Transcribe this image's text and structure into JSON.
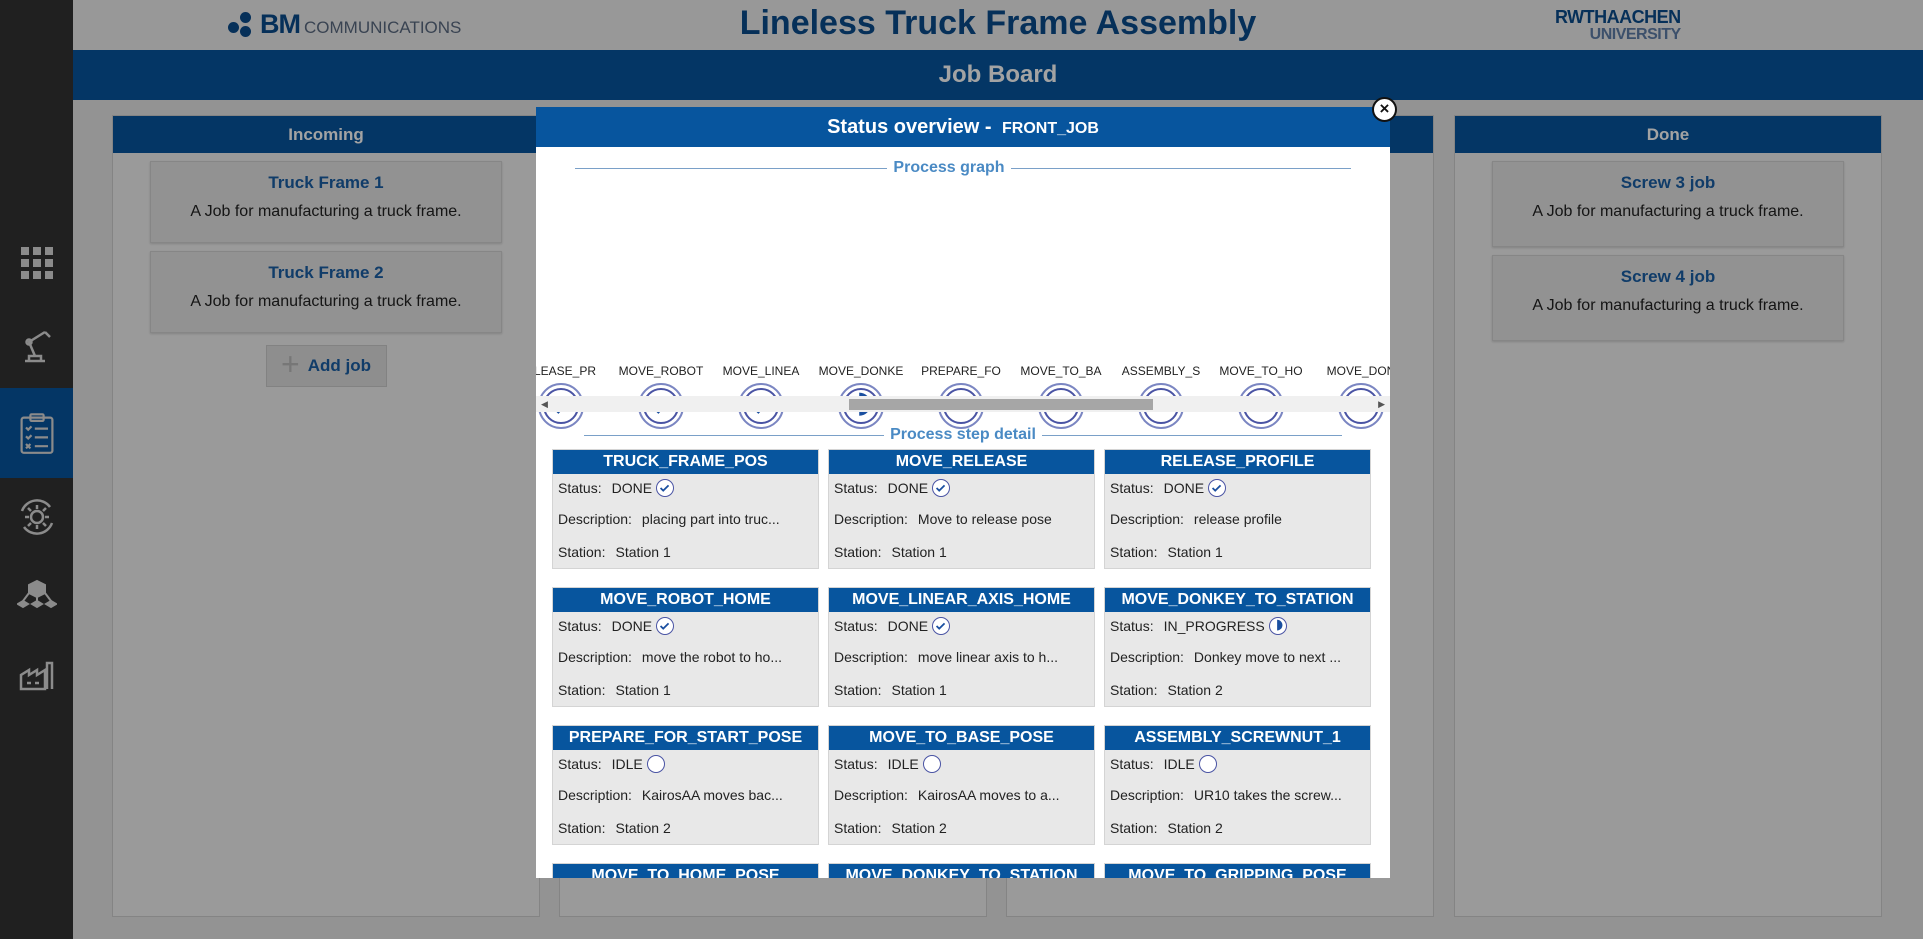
{
  "header": {
    "logo_left": "BM",
    "logo_left_sub": "COMMUNICATIONS",
    "title": "Lineless Truck Frame Assembly",
    "logo_right_top": "RWTHAACHEN",
    "logo_right_bottom": "UNIVERSITY"
  },
  "subheader": {
    "title": "Job Board"
  },
  "sidebar": {
    "items": [
      {
        "icon": "grid-icon"
      },
      {
        "icon": "robot-arm-icon"
      },
      {
        "icon": "clipboard-checklist-icon",
        "active": true
      },
      {
        "icon": "gear-cycle-icon"
      },
      {
        "icon": "network-cube-icon"
      },
      {
        "icon": "factory-icon"
      }
    ]
  },
  "columns": {
    "incoming": {
      "title": "Incoming",
      "jobs": [
        {
          "title": "Truck Frame 1",
          "desc": "A Job for manufacturing a truck frame."
        },
        {
          "title": "Truck Frame 2",
          "desc": "A Job for manufacturing a truck frame."
        }
      ],
      "add_label": "Add job"
    },
    "done": {
      "title": "Done",
      "jobs": [
        {
          "title": "Screw 3 job",
          "desc": "A Job for manufacturing a truck frame."
        },
        {
          "title": "Screw 4 job",
          "desc": "A Job for manufacturing a truck frame."
        }
      ]
    }
  },
  "modal": {
    "title": "Status overview -",
    "job": "FRONT_JOB",
    "close_label": "×",
    "graph_title": "Process graph",
    "detail_title": "Process step detail",
    "nodes": [
      {
        "label": "ELEASE_PR",
        "status": "DONE"
      },
      {
        "label": "MOVE_ROBOT",
        "status": "DONE"
      },
      {
        "label": "MOVE_LINEA",
        "status": "DONE"
      },
      {
        "label": "MOVE_DONKE",
        "status": "IN_PROGRESS"
      },
      {
        "label": "PREPARE_FO",
        "status": "IDLE"
      },
      {
        "label": "MOVE_TO_BA",
        "status": "IDLE"
      },
      {
        "label": "ASSEMBLY_S",
        "status": "IDLE"
      },
      {
        "label": "MOVE_TO_HO",
        "status": "IDLE"
      },
      {
        "label": "MOVE_DON",
        "status": "IDLE"
      }
    ],
    "field_labels": {
      "status": "Status:",
      "description": "Description:",
      "station": "Station:"
    },
    "steps": [
      {
        "name": "TRUCK_FRAME_POS",
        "status": "DONE",
        "description": "placing part into truc...",
        "station": "Station 1"
      },
      {
        "name": "MOVE_RELEASE",
        "status": "DONE",
        "description": "Move to release pose",
        "station": "Station 1"
      },
      {
        "name": "RELEASE_PROFILE",
        "status": "DONE",
        "description": "release profile",
        "station": "Station 1"
      },
      {
        "name": "MOVE_ROBOT_HOME",
        "status": "DONE",
        "description": "move the robot to ho...",
        "station": "Station 1"
      },
      {
        "name": "MOVE_LINEAR_AXIS_HOME",
        "status": "DONE",
        "description": "move linear axis to h...",
        "station": "Station 1"
      },
      {
        "name": "MOVE_DONKEY_TO_STATION",
        "status": "IN_PROGRESS",
        "description": "Donkey move to next ...",
        "station": "Station 2"
      },
      {
        "name": "PREPARE_FOR_START_POSE",
        "status": "IDLE",
        "description": "KairosAA moves bac...",
        "station": "Station 2"
      },
      {
        "name": "MOVE_TO_BASE_POSE",
        "status": "IDLE",
        "description": "KairosAA moves to a...",
        "station": "Station 2"
      },
      {
        "name": "ASSEMBLY_SCREWNUT_1",
        "status": "IDLE",
        "description": "UR10 takes the screw...",
        "station": "Station 2"
      },
      {
        "name": "MOVE_TO_HOME_POSE",
        "status": "",
        "description": "",
        "station": ""
      },
      {
        "name": "MOVE_DONKEY_TO_STATION",
        "status": "",
        "description": "",
        "station": ""
      },
      {
        "name": "MOVE_TO_GRIPPING_POSE",
        "status": "",
        "description": "",
        "station": ""
      }
    ]
  },
  "colors": {
    "brand": "#07559e",
    "done_check": "#1a4fa0",
    "node_border": "#4a54a4",
    "edge": "#7b5fd6"
  }
}
